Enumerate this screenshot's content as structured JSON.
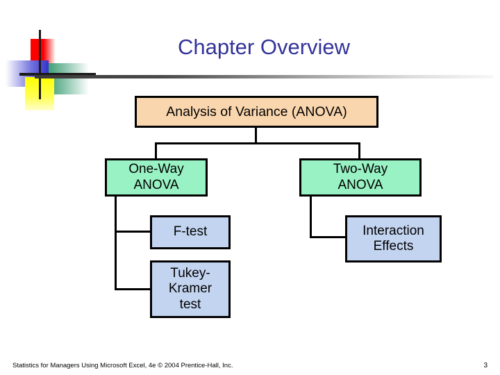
{
  "slide": {
    "title": "Chapter Overview",
    "title_color": "#333399",
    "background": "#ffffff"
  },
  "logo": {
    "squares": [
      {
        "name": "red-square",
        "color": "#ff0000"
      },
      {
        "name": "blue-square",
        "color": "#3333cc"
      },
      {
        "name": "green-square",
        "color": "#33996b"
      },
      {
        "name": "yellow-square",
        "color": "#ffff00"
      }
    ],
    "crosshair_color": "#1a1a1a"
  },
  "divider": {
    "gradient_from": "#3a3a3a",
    "gradient_to": "#f7f7f7"
  },
  "diagram": {
    "type": "tree",
    "nodes": {
      "root": {
        "label": "Analysis of Variance (ANOVA)",
        "fill": "#fad6ae",
        "level": 0
      },
      "one_way": {
        "label": "One-Way\nANOVA",
        "line1": "One-Way",
        "line2": "ANOVA",
        "fill": "#99f2c4",
        "level": 1
      },
      "two_way": {
        "label": "Two-Way\nANOVA",
        "line1": "Two-Way",
        "line2": "ANOVA",
        "fill": "#99f2c4",
        "level": 1
      },
      "f_test": {
        "label": "F-test",
        "fill": "#c3d4f0",
        "level": 2
      },
      "tukey_kramer": {
        "line1": "Tukey-",
        "line2": "Kramer",
        "line3": "test",
        "fill": "#c3d4f0",
        "level": 2
      },
      "interaction_effects": {
        "line1": "Interaction",
        "line2": "Effects",
        "fill": "#c3d4f0",
        "level": 2
      }
    },
    "edges": [
      {
        "from": "root",
        "to": "one_way"
      },
      {
        "from": "root",
        "to": "two_way"
      },
      {
        "from": "one_way",
        "to": "f_test"
      },
      {
        "from": "one_way",
        "to": "tukey_kramer"
      },
      {
        "from": "two_way",
        "to": "interaction_effects"
      }
    ],
    "border_color": "#000000"
  },
  "footer": {
    "credit": "Statistics for Managers Using Microsoft Excel, 4e © 2004 Prentice-Hall, Inc.",
    "page_number": "3"
  }
}
